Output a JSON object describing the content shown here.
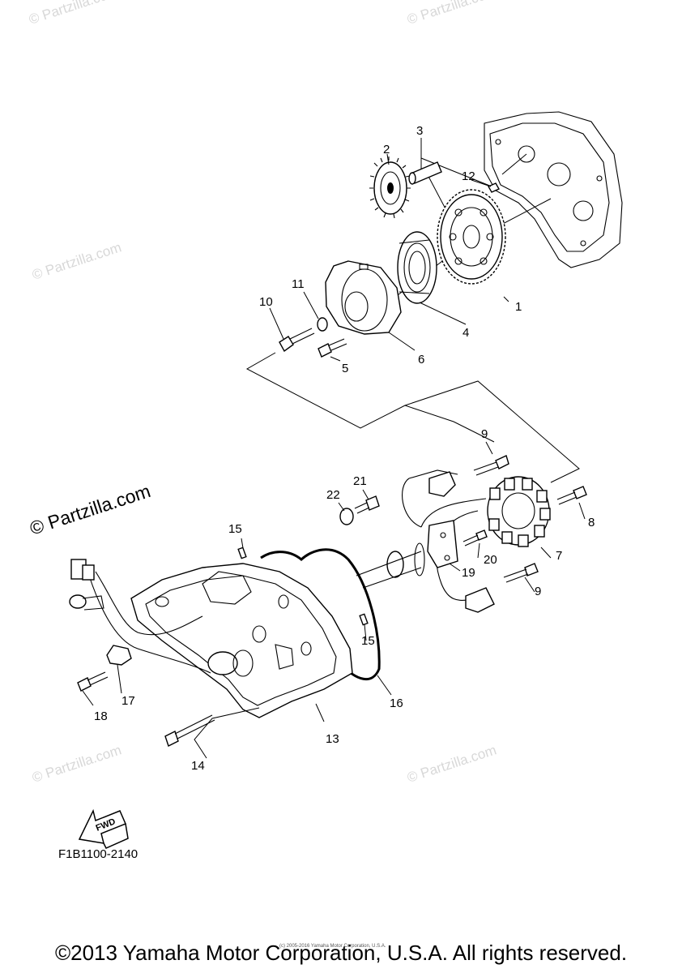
{
  "watermarks": {
    "tl": "© Partzilla.com",
    "tr": "© Partzilla.com",
    "ml": "© Partzilla.com",
    "big": "© Partzilla.com",
    "bl": "© Partzilla.com",
    "br": "© Partzilla.com"
  },
  "callouts": {
    "c1": "1",
    "c2": "2",
    "c3": "3",
    "c4": "4",
    "c5": "5",
    "c6": "6",
    "c7": "7",
    "c8": "8",
    "c9a": "9",
    "c9b": "9",
    "c10": "10",
    "c11": "11",
    "c12": "12",
    "c13": "13",
    "c14": "14",
    "c15a": "15",
    "c15b": "15",
    "c16": "16",
    "c17": "17",
    "c18": "18",
    "c19": "19",
    "c20": "20",
    "c21": "21",
    "c22": "22"
  },
  "fwd_label": "FWD",
  "diagram_code": "F1B1100-2140",
  "small_copyright": "(c) 2005-2016 Yamaha Motor Corporation, U.S.A.",
  "copyright": "©2013 Yamaha Motor Corporation, U.S.A. All rights reserved."
}
